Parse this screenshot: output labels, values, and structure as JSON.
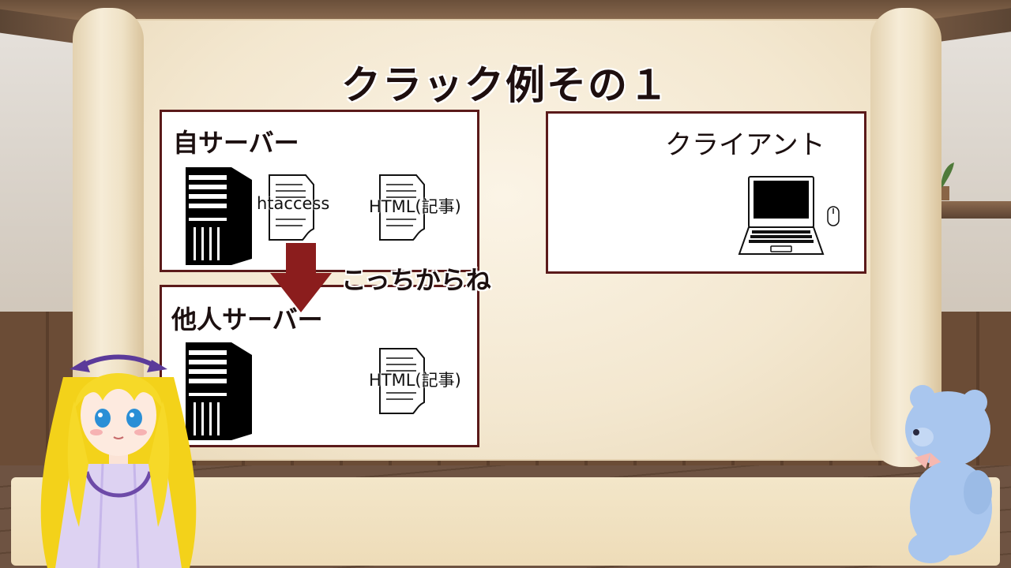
{
  "slide": {
    "title": "クラック例その１",
    "own_server": {
      "label": "自サーバー",
      "files": [
        "htaccess",
        "HTML(記事)"
      ]
    },
    "other_server": {
      "label": "他人サーバー",
      "files": [
        "HTML(記事)"
      ]
    },
    "client": {
      "label": "クライアント"
    },
    "arrow_note": "こっちからね"
  },
  "colors": {
    "box_border": "#5b1a1a",
    "arrow": "#8b1d1d",
    "title_text": "#1e0f0f"
  },
  "icons": [
    "server-tower-icon",
    "document-icon",
    "laptop-icon",
    "mouse-icon",
    "down-arrow-icon"
  ],
  "characters": [
    "blonde-girl-avatar",
    "blue-teddy-bear"
  ]
}
